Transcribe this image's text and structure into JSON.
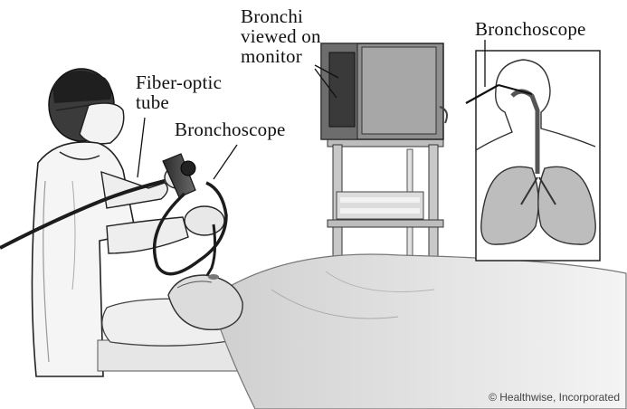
{
  "labels": {
    "monitor": [
      "Bronchi",
      "viewed on",
      "monitor"
    ],
    "fiber_optic_tube": [
      "Fiber-optic",
      "tube"
    ],
    "bronchoscope_main": "Bronchoscope",
    "bronchoscope_inset": "Bronchoscope"
  },
  "credit": "© Healthwise, Incorporated",
  "colors": {
    "ink": "#111111",
    "shade": "#9a9a9a",
    "light_shade": "#d6d6d6",
    "background": "#ffffff"
  }
}
